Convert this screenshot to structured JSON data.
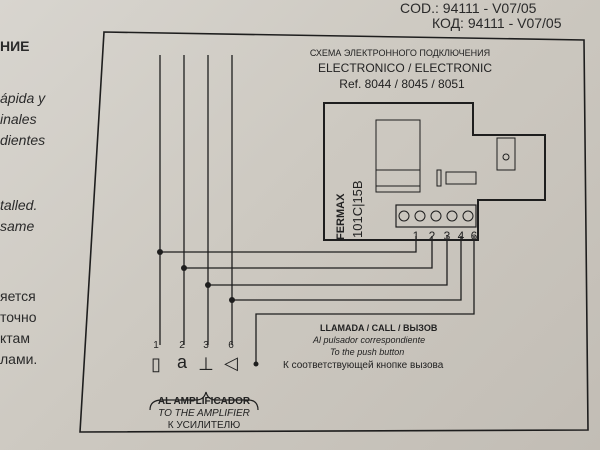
{
  "header": {
    "cod": "COD.: 94111 - V07/05",
    "kod": "КОД: 94111 - V07/05"
  },
  "left_page": {
    "lines": [
      "НИЕ",
      "ápida y",
      "inales",
      "dientes",
      "talled.",
      "same",
      "яется",
      "точно",
      "ктам",
      "лами."
    ]
  },
  "diagram": {
    "title_ru": "СХЕМА ЭЛЕКТРОННОГО ПОДКЛЮЧЕНИЯ",
    "title": "ELECTRONICO / ELECTRONIC",
    "ref": "Ref. 8044 / 8045 / 8051",
    "brand": "FERMAX",
    "model": "101C|15B",
    "board_terminals": [
      "1",
      "2",
      "3",
      "4",
      "6"
    ],
    "amp_terminals": [
      "1",
      "2",
      "3",
      "6"
    ],
    "call_label": "LLAMADA / CALL / ВЫЗОВ",
    "call_es": "Al pulsador correspondiente",
    "call_en": "To the push button",
    "call_ru": "К соответствующей кнопке вызова",
    "amp_es": "AL AMPLIFICADOR",
    "amp_en": "TO THE AMPLIFIER",
    "amp_ru": "К УСИЛИТЕЛЮ"
  }
}
